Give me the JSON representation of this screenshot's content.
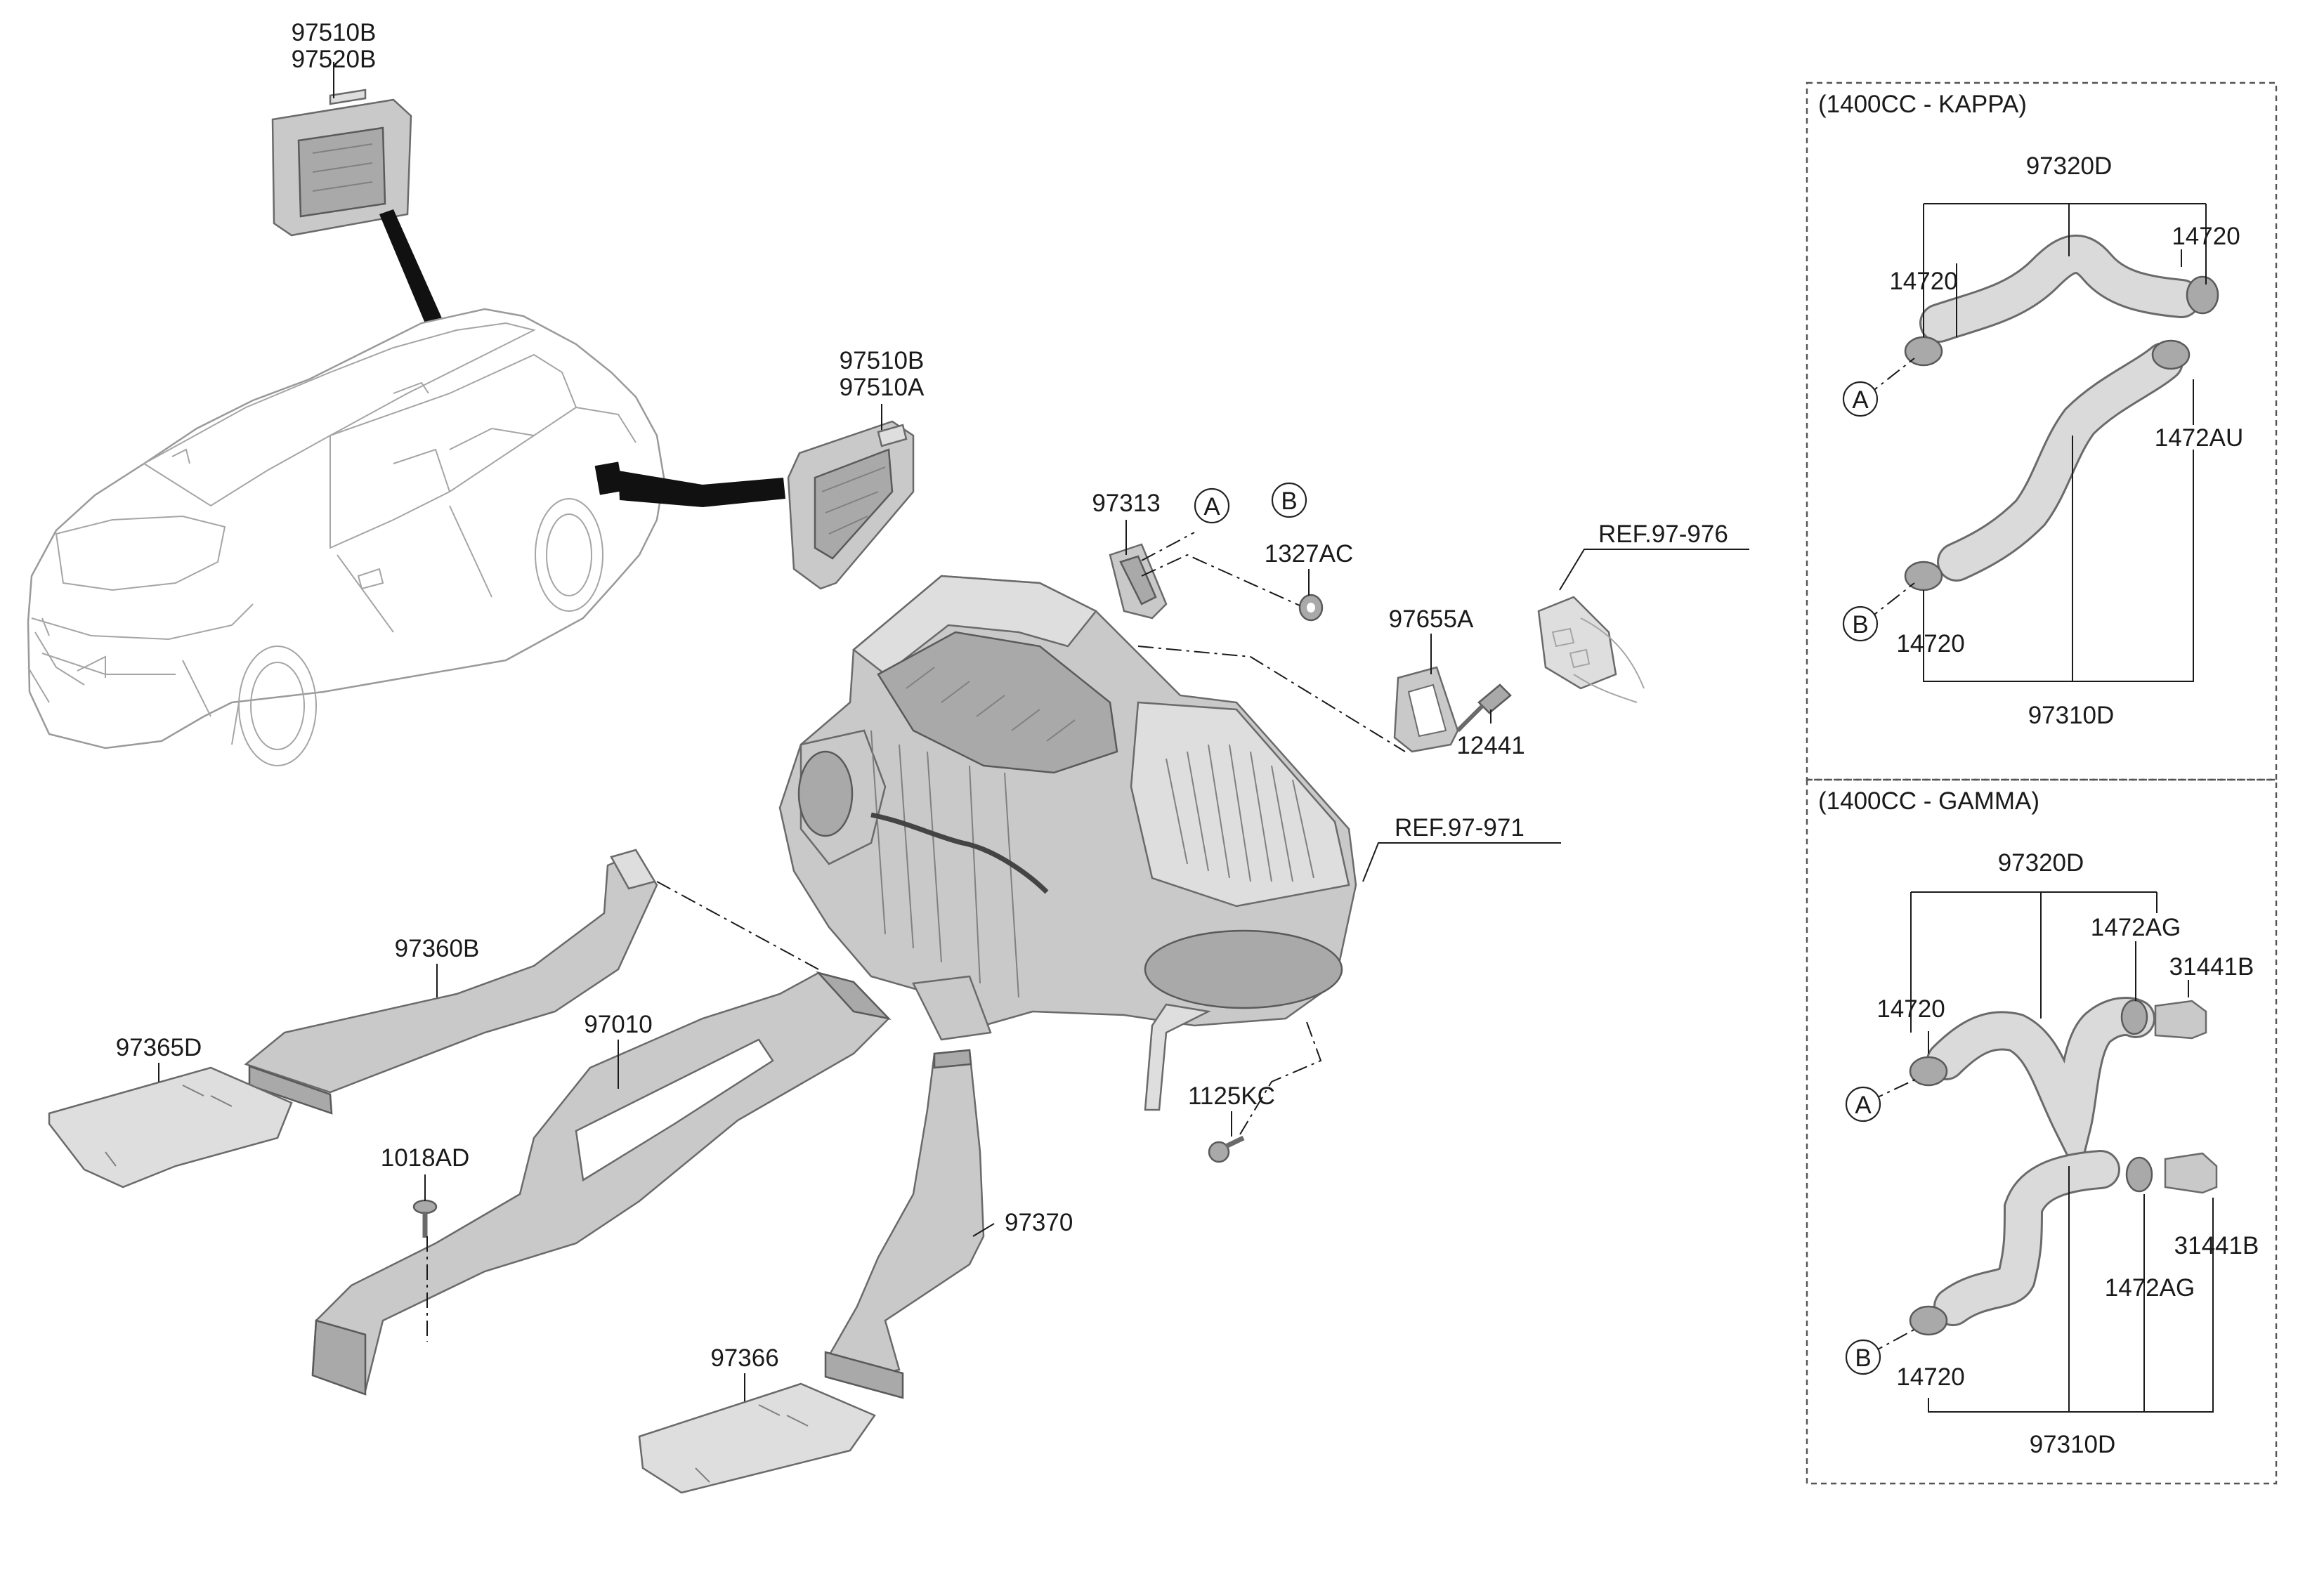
{
  "labels": {
    "l_97510b_top": "97510B",
    "l_97520b": "97520B",
    "l_97510b_mid": "97510B",
    "l_97510a": "97510A",
    "l_97313": "97313",
    "l_ref976": "REF.97-976",
    "l_1327ac": "1327AC",
    "l_97655a": "97655A",
    "l_12441": "12441",
    "l_ref971": "REF.97-971",
    "l_97360b": "97360B",
    "l_97365d": "97365D",
    "l_97010": "97010",
    "l_1018ad": "1018AD",
    "l_1125kc": "1125KC",
    "l_97370": "97370",
    "l_97366": "97366",
    "circle_a_main": "A",
    "circle_b_main": "B"
  },
  "kappa": {
    "header": "(1400CC - KAPPA)",
    "l_97320d": "97320D",
    "l_14720_tr": "14720",
    "l_14720_l": "14720",
    "l_1472au": "1472AU",
    "l_14720_b": "14720",
    "l_97310d": "97310D",
    "circle_a": "A",
    "circle_b": "B"
  },
  "gamma": {
    "header": "(1400CC - GAMMA)",
    "l_97320d": "97320D",
    "l_1472ag_t": "1472AG",
    "l_31441b_t": "31441B",
    "l_14720_a": "14720",
    "l_31441b_b": "31441B",
    "l_1472ag_b": "1472AG",
    "l_14720_b": "14720",
    "l_97310d": "97310D",
    "circle_a": "A",
    "circle_b": "B"
  }
}
